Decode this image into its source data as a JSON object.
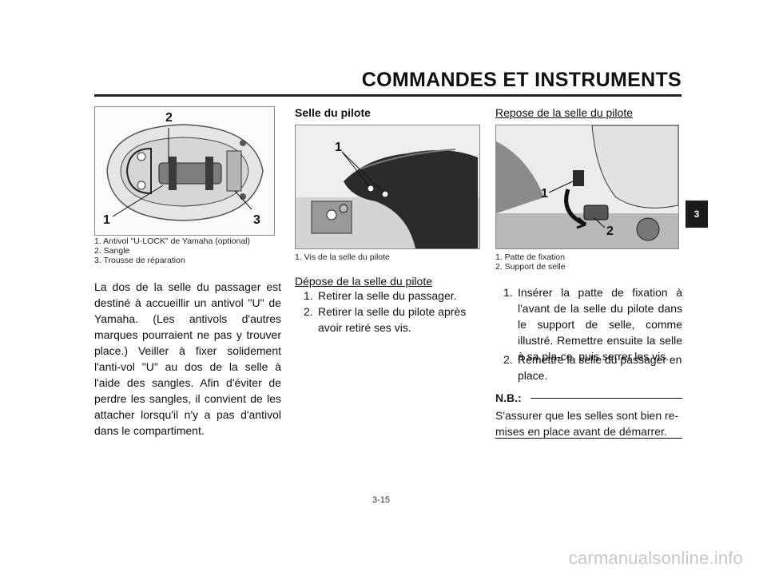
{
  "header": {
    "title": "COMMANDES ET INSTRUMENTS",
    "tab_label": "3"
  },
  "figure1": {
    "callouts": [
      "1",
      "2",
      "3"
    ],
    "captions": [
      "1. Antivol \"U-LOCK\" de Yamaha (optional)",
      "2. Sangle",
      "3. Trousse de réparation"
    ]
  },
  "col1": {
    "paragraph": "La dos de la selle du passager est destiné à accueillir un antivol \"U\" de Yamaha. (Les antivols d'autres marques pourraient ne pas y trouver place.) Veiller à fixer solidement l'anti-vol \"U\" au dos de la selle à l'aide des sangles. Afin d'éviter de perdre les sangles, il convient de les attacher lorsqu'il n'y a pas d'antivol dans le compartiment."
  },
  "col2": {
    "section_title": "Selle du pilote",
    "figure_callout": "1",
    "captions": [
      "1. Vis de la selle du pilote"
    ],
    "subsection_title": "Dépose de la selle du pilote",
    "steps": [
      {
        "num": "1.",
        "text": "Retirer la selle du passager."
      },
      {
        "num": "2.",
        "text": "Retirer la selle du pilote après avoir retiré ses vis."
      }
    ]
  },
  "col3": {
    "subsection_title": "Repose de la selle du pilote",
    "figure_callouts": [
      "1",
      "2"
    ],
    "captions": [
      "1. Patte de fixation",
      "2. Support de selle"
    ],
    "steps": [
      {
        "num": "1.",
        "text": "Insérer la patte de fixation à l'avant de la selle du pilote dans le support de selle, comme illustré. Remettre ensuite la selle à sa pla-ce, puis serrer les vis."
      },
      {
        "num": "2.",
        "text": "Remettre la selle du passager en place."
      }
    ],
    "nb_label": "N.B.:",
    "nb_text": "S'assurer que les selles sont bien re-mises en place avant de démarrer."
  },
  "footer": {
    "page_number": "3-15",
    "watermark": "carmanualsonline.info"
  }
}
